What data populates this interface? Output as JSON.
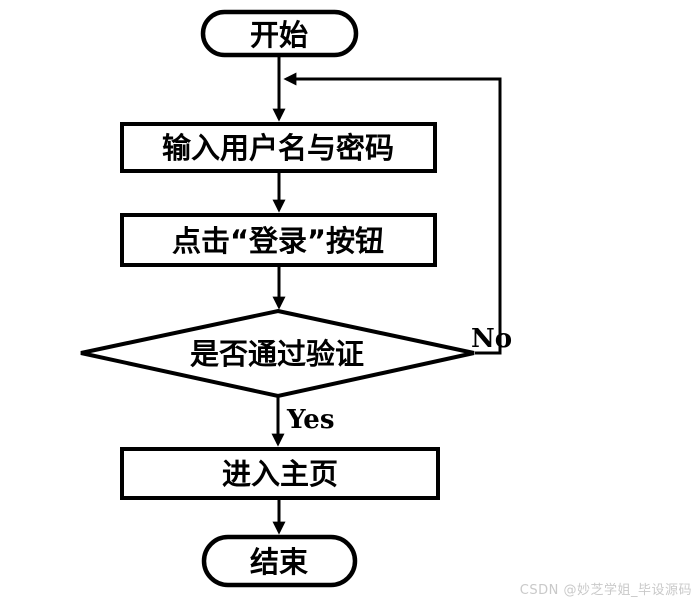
{
  "flowchart": {
    "title": "login-flow",
    "nodes": {
      "start": {
        "label": "开始",
        "shape": "terminator"
      },
      "input_credentials": {
        "label": "输入用户名与密码",
        "shape": "process"
      },
      "click_login": {
        "label": "点击“登录”按钮",
        "shape": "process"
      },
      "verify": {
        "label": "是否通过验证",
        "shape": "decision"
      },
      "enter_home": {
        "label": "进入主页",
        "shape": "process"
      },
      "end": {
        "label": "结束",
        "shape": "terminator"
      }
    },
    "edge_labels": {
      "yes": "Yes",
      "no": "No"
    },
    "colors": {
      "line": "#000000",
      "node_fill": "#ffffff",
      "background": "#ffffff"
    }
  },
  "watermark": {
    "text": "CSDN @妙芝学姐_毕设源码",
    "color": "#c9c9c9"
  }
}
